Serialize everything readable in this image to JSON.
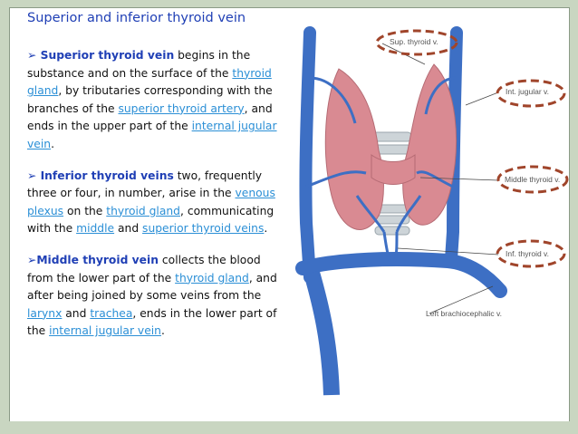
{
  "title": "Superior and inferior thyroid vein",
  "bullet_arrow": "➢",
  "paragraphs": [
    {
      "id": "superior",
      "segments": [
        {
          "t": "➢ ",
          "s": "b"
        },
        {
          "t": "Superior thyroid vein",
          "s": "b"
        },
        {
          "t": " begins in the substance and on the surface of the ",
          "s": ""
        },
        {
          "t": "thyroid gland",
          "s": "lnk"
        },
        {
          "t": ", by tributaries corresponding with the branches of the ",
          "s": ""
        },
        {
          "t": "superior thyroid artery",
          "s": "lnk"
        },
        {
          "t": ", and ends in the upper part of the ",
          "s": ""
        },
        {
          "t": "internal jugular vein",
          "s": "lnk"
        },
        {
          "t": ".",
          "s": ""
        }
      ]
    },
    {
      "id": "inferior",
      "segments": [
        {
          "t": "➢ ",
          "s": "b"
        },
        {
          "t": "Inferior thyroid veins",
          "s": "b"
        },
        {
          "t": " two, frequently three or four, in number, arise in the ",
          "s": ""
        },
        {
          "t": "venous plexus",
          "s": "lnk"
        },
        {
          "t": " on the ",
          "s": ""
        },
        {
          "t": "thyroid gland",
          "s": "lnk"
        },
        {
          "t": ", communicating with the ",
          "s": ""
        },
        {
          "t": "middle",
          "s": "lnk"
        },
        {
          "t": " and ",
          "s": ""
        },
        {
          "t": "superior thyroid veins",
          "s": "lnk"
        },
        {
          "t": ".",
          "s": ""
        }
      ]
    },
    {
      "id": "middle",
      "segments": [
        {
          "t": "➢",
          "s": "b"
        },
        {
          "t": "Middle thyroid vein",
          "s": "b"
        },
        {
          "t": " collects the blood from the lower part of the ",
          "s": ""
        },
        {
          "t": "thyroid gland",
          "s": "lnk"
        },
        {
          "t": ", and after being joined by some veins from the ",
          "s": ""
        },
        {
          "t": "larynx",
          "s": "lnk"
        },
        {
          "t": " and ",
          "s": ""
        },
        {
          "t": "trachea",
          "s": "lnk"
        },
        {
          "t": ", ends in the lower part of the ",
          "s": ""
        },
        {
          "t": "internal jugular vein",
          "s": "lnk"
        },
        {
          "t": ".",
          "s": ""
        }
      ]
    }
  ],
  "figure_labels": {
    "sup_thyroid": "Sup. thyroid v.",
    "int_jugular": "Int. jugular v.",
    "middle_thyroid": "Middle thyroid v.",
    "inf_thyroid": "Inf. thyroid v.",
    "left_brachio": "Left brachiocephalic v."
  },
  "colors": {
    "vein": "#3d6fc4",
    "gland": "#d98a92",
    "highlight_ellipse": "#a0452b",
    "title": "#1f3fb5",
    "link": "#2b8fd6"
  }
}
